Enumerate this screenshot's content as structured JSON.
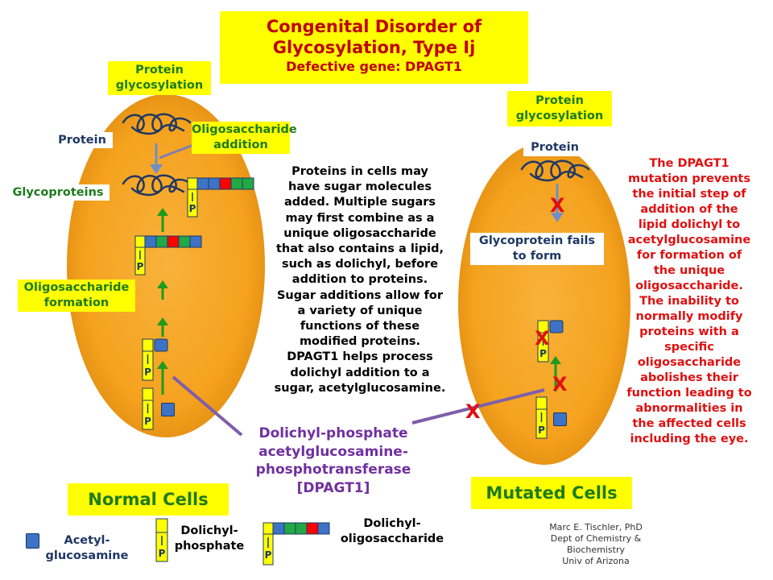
{
  "title": {
    "line1": "Congenital Disorder of",
    "line2": "Glycosylation, Type Ij",
    "line3": "Defective gene: DPAGT1"
  },
  "normal_cell": {
    "pg_line1": "Protein",
    "pg_line2": "glycosylation",
    "protein": "Protein",
    "os_add_line1": "Oligosaccharide",
    "os_add_line2": "addition",
    "glycoproteins": "Glycoproteins",
    "os_form_line1": "Oligosaccharide",
    "os_form_line2": "formation",
    "caption": "Normal Cells"
  },
  "mutated_cell": {
    "pg_line1": "Protein",
    "pg_line2": "glycosylation",
    "protein": "Protein",
    "fail_line1": "Glycoprotein fails",
    "fail_line2": "to form",
    "caption": "Mutated Cells",
    "block_mark": "X"
  },
  "phosphate_label": "P",
  "center_text": [
    "Proteins in cells may",
    "have sugar molecules",
    "added. Multiple sugars",
    "may first combine as a",
    "unique oligosaccharide",
    "that also contains a lipid,",
    "such as dolichyl,  before",
    "addition to proteins.",
    "Sugar additions allow for",
    "a variety of unique",
    "functions of these",
    "modified proteins.",
    "DPAGT1 helps process",
    "dolichyl addition to a",
    "sugar, acetylglucosamine."
  ],
  "enzyme": {
    "line1": "Dolichyl-phosphate",
    "line2": "acetylglucosamine-",
    "line3": "phosphotransferase",
    "line4": "[DPAGT1]"
  },
  "right_text": [
    "The DPAGT1",
    "mutation prevents",
    "the initial step of",
    "addition of the",
    "lipid dolichyl to",
    "acetylglucosamine",
    "for formation of",
    "the unique",
    "oligosaccharide.",
    "The inability to",
    "normally modify",
    "proteins with a",
    "specific",
    "oligosaccharide",
    "abolishes their",
    "function leading to",
    "abnormalities in",
    "the affected cells",
    "including the eye."
  ],
  "legend": {
    "acetyl_line1": "Acetyl-",
    "acetyl_line2": "glucosamine",
    "dp_line1": "Dolichyl-",
    "dp_line2": "phosphate",
    "do_line1": "Dolichyl-",
    "do_line2": "oligosaccharide"
  },
  "credit": [
    "Marc  E. Tischler, PhD",
    "Dept of Chemistry &",
    "Biochemistry",
    "Univ of Arizona"
  ],
  "colors": {
    "cell": "#f6a623",
    "label_box": "#ffff00",
    "title_text": "#c00000",
    "normal_text": "#1e7b1e",
    "protein_text": "#1f3864",
    "mutation_text": "#e01010",
    "enzyme_text": "#7030a0",
    "acetylglucosamine": "#3d73c4",
    "arrow_up": "#1e9a1e",
    "arrow_down": "#6f8fc8"
  }
}
